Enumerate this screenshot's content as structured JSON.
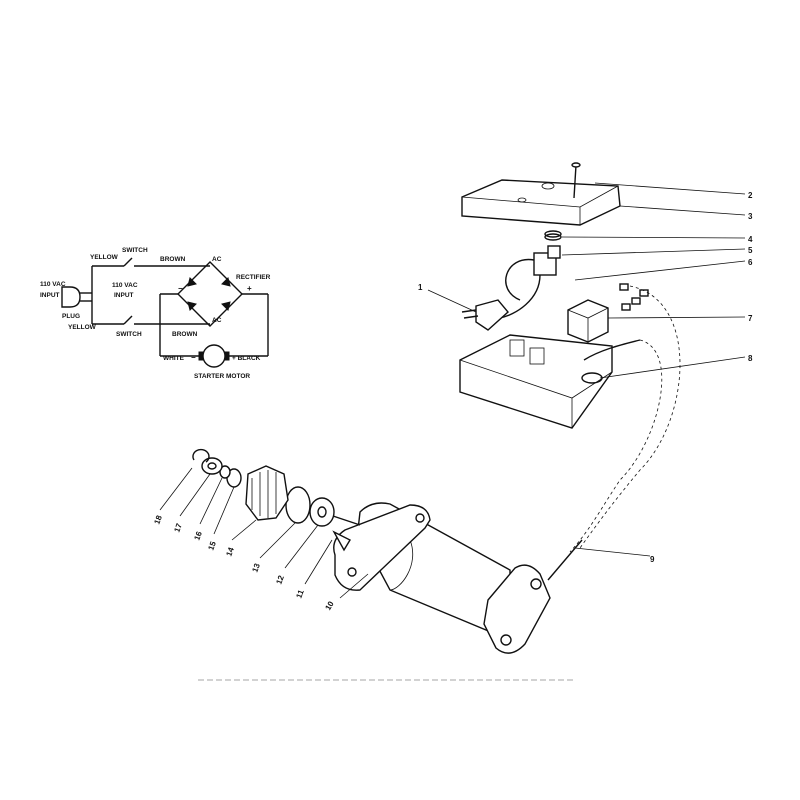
{
  "schematic": {
    "yellow_top": "YELLOW",
    "switch_top": "SWITCH",
    "brown_top": "BROWN",
    "ac_top": "AC",
    "rectifier": "RECTIFIER",
    "vac_left_1": "110 VAC",
    "vac_left_2": "INPUT",
    "vac_right_1": "110 VAC",
    "vac_right_2": "INPUT",
    "plug": "PLUG",
    "minus": "−",
    "plus": "+",
    "yellow_bottom": "YELLOW",
    "switch_bottom": "SWITCH",
    "brown_bottom": "BROWN",
    "ac_bottom": "AC",
    "white": "WHITE",
    "minus_motor": "−",
    "black": "+ BLACK",
    "starter_motor": "STARTER MOTOR"
  },
  "callouts": {
    "n1": "1",
    "n2": "2",
    "n3": "3",
    "n4": "4",
    "n5": "5",
    "n6": "6",
    "n7": "7",
    "n8": "8",
    "n9": "9",
    "n10": "10",
    "n11": "11",
    "n12": "12",
    "n13": "13",
    "n14": "14",
    "n15": "15",
    "n16": "16",
    "n17": "17",
    "n18": "18"
  },
  "colors": {
    "ink": "#111111",
    "paper": "#ffffff"
  }
}
